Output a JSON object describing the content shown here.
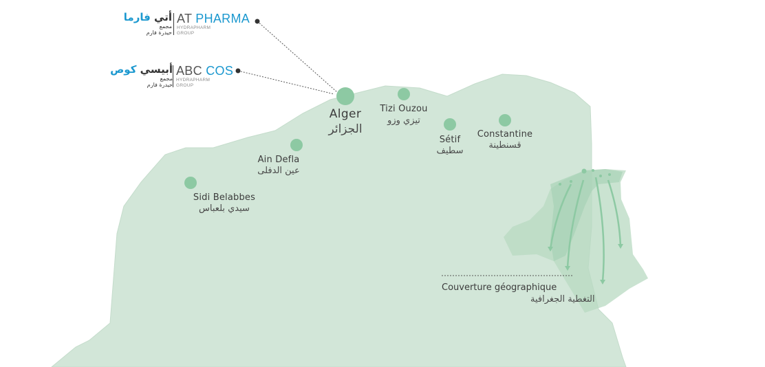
{
  "colors": {
    "land": "#d2e6d8",
    "land_stroke": "#c4dccb",
    "inset_land": "#b8dac2",
    "inset_region": "#a3d0b2",
    "city_dot": "#8dc9a3",
    "arrow": "#8dc9a3",
    "leader_line": "#555555",
    "brand_blue": "#1b98cf"
  },
  "brands": [
    {
      "id": "at-pharma",
      "ar_dark": "أتي",
      "ar_blue": "فارما",
      "ar_sub1": "مجمع",
      "ar_sub2": "حيدرة فارم",
      "en_dark": "AT",
      "en_blue": "PHARMA",
      "en_sub1": "HYDRAPHARM",
      "en_sub2": "GROUP"
    },
    {
      "id": "abc-cos",
      "ar_dark": "أبيسي",
      "ar_blue": "كوص",
      "ar_sub1": "مجمع",
      "ar_sub2": "حيدرة فارم",
      "en_dark": "ABC",
      "en_blue": "COS",
      "en_sub1": "HYDRAPHARM",
      "en_sub2": "GROUP"
    }
  ],
  "cities": [
    {
      "id": "alger",
      "fr": "Alger",
      "ar": "الجزائر",
      "main": true
    },
    {
      "id": "tizi-ouzou",
      "fr": "Tizi Ouzou",
      "ar": "تيزي وزو",
      "main": false
    },
    {
      "id": "setif",
      "fr": "Sétif",
      "ar": "سطيف",
      "main": false
    },
    {
      "id": "constantine",
      "fr": "Constantine",
      "ar": "قسنطينة",
      "main": false
    },
    {
      "id": "ain-defla",
      "fr": "Ain Defla",
      "ar": "عين الدفلى",
      "main": false
    },
    {
      "id": "sidi-belabbes",
      "fr": "Sidi Belabbes",
      "ar": "سيدي بلعباس",
      "main": false
    }
  ],
  "coverage": {
    "fr": "Couverture géographique",
    "ar": "التغطية الجغرافية"
  }
}
